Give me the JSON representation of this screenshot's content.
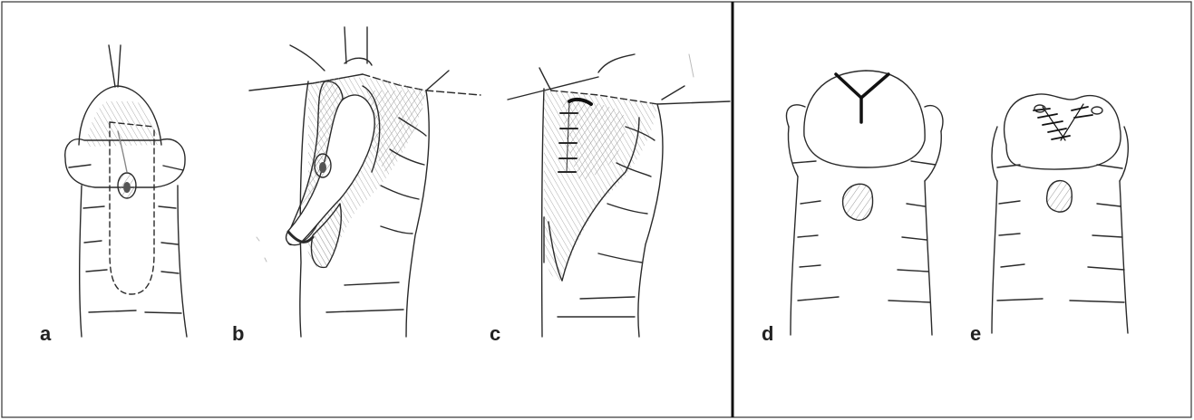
{
  "panels": [
    {
      "label": "a"
    },
    {
      "label": "b"
    },
    {
      "label": "c"
    },
    {
      "label": "d"
    },
    {
      "label": "e"
    }
  ],
  "colors": {
    "line": "#2a2a2a",
    "hatch": "#8a8a8a",
    "background": "#ffffff"
  }
}
